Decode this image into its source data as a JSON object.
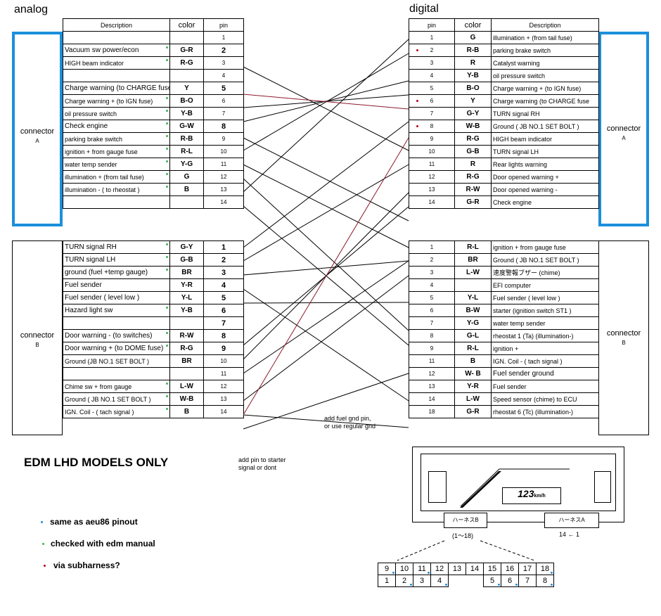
{
  "titles": {
    "analog": "analog",
    "digital": "digital",
    "edm": "EDM LHD MODELS ONLY"
  },
  "headers": {
    "description": "Description",
    "color": "color",
    "pin": "pin"
  },
  "connector_labels": {
    "conn": "connector",
    "a": "A",
    "b": "B"
  },
  "analog_a": [
    {
      "desc": "",
      "color": "",
      "pin": "1"
    },
    {
      "desc": "Vacuum sw power/econ",
      "color": "G-R",
      "pin": "2",
      "green": true,
      "big": true
    },
    {
      "desc": "HIGH beam indicator",
      "color": "R-G",
      "pin": "3",
      "green": true
    },
    {
      "desc": "",
      "color": "",
      "pin": "4"
    },
    {
      "desc": "Charge warning (to CHARGE fuse",
      "color": "Y",
      "pin": "5",
      "big": true
    },
    {
      "desc": "Charge warning + (to IGN fuse)",
      "color": "B-O",
      "pin": "6",
      "green": true
    },
    {
      "desc": "oil pressure switch",
      "color": "Y-B",
      "pin": "7",
      "green": true
    },
    {
      "desc": "Check engine",
      "color": "G-W",
      "pin": "8",
      "green": true,
      "big": true
    },
    {
      "desc": "parking brake switch",
      "color": "R-B",
      "pin": "9",
      "green": true
    },
    {
      "desc": "ignition + from gauge fuse",
      "color": "R-L",
      "pin": "10",
      "green": true
    },
    {
      "desc": "water temp sender",
      "color": "Y-G",
      "pin": "11",
      "green": true
    },
    {
      "desc": "illumination + (from tail fuse)",
      "color": "G",
      "pin": "12",
      "green": true
    },
    {
      "desc": "illumination - ( to rheostat )",
      "color": "B",
      "pin": "13",
      "green": true
    },
    {
      "desc": "",
      "color": "",
      "pin": "14"
    }
  ],
  "analog_b": [
    {
      "desc": "TURN signal RH",
      "color": "G-Y",
      "pin": "1",
      "green": true,
      "big": true
    },
    {
      "desc": "TURN signal LH",
      "color": "G-B",
      "pin": "2",
      "green": true,
      "big": true
    },
    {
      "desc": "ground (fuel +temp gauge)",
      "color": "BR",
      "pin": "3",
      "green": true,
      "big": true
    },
    {
      "desc": "Fuel sender",
      "color": "Y-R",
      "pin": "4",
      "big": true
    },
    {
      "desc": "Fuel sender ( level low )",
      "color": "Y-L",
      "pin": "5",
      "big": true
    },
    {
      "desc": "Hazard light sw",
      "color": "Y-B",
      "pin": "6",
      "green": true,
      "big": true
    },
    {
      "desc": "",
      "color": "",
      "pin": "7",
      "big": true
    },
    {
      "desc": "Door warning - (to switches)",
      "color": "R-W",
      "pin": "8",
      "green": true,
      "big": true
    },
    {
      "desc": "Door warning + (to DOME fuse)",
      "color": "R-G",
      "pin": "9",
      "green": true,
      "big": true
    },
    {
      "desc": "Ground (JB NO.1 SET BOLT )",
      "color": "BR",
      "pin": "10"
    },
    {
      "desc": "",
      "color": "",
      "pin": "11"
    },
    {
      "desc": "Chime sw + from gauge",
      "color": "L-W",
      "pin": "12",
      "green": true
    },
    {
      "desc": "Ground ( JB NO.1 SET BOLT )",
      "color": "W-B",
      "pin": "13",
      "green": true
    },
    {
      "desc": "IGN. Coil - ( tach signal )",
      "color": "B",
      "pin": "14",
      "green": true
    }
  ],
  "digital_a": [
    {
      "pin": "1",
      "color": "G",
      "desc": "illumination + (from tail fuse)"
    },
    {
      "pin": "2",
      "color": "R-B",
      "desc": "parking brake switch",
      "red": true
    },
    {
      "pin": "3",
      "color": "R",
      "desc": "Catalyst warning"
    },
    {
      "pin": "4",
      "color": "Y-B",
      "desc": "oil pressure switch"
    },
    {
      "pin": "5",
      "color": "B-O",
      "desc": "Charge warning + (to IGN fuse)"
    },
    {
      "pin": "6",
      "color": "Y",
      "desc": "Charge warning (to CHARGE fuse",
      "red": true
    },
    {
      "pin": "7",
      "color": "G-Y",
      "desc": "TURN signal RH"
    },
    {
      "pin": "8",
      "color": "W-B",
      "desc": "Ground ( JB NO.1 SET BOLT )",
      "red": true
    },
    {
      "pin": "9",
      "color": "R-G",
      "desc": "HIGH beam indicator"
    },
    {
      "pin": "10",
      "color": "G-B",
      "desc": "TURN signal LH"
    },
    {
      "pin": "11",
      "color": "R",
      "desc": "Rear lights warning"
    },
    {
      "pin": "12",
      "color": "R-G",
      "desc": "Door opened warning  +"
    },
    {
      "pin": "13",
      "color": "R-W",
      "desc": "Door opened warning  -"
    },
    {
      "pin": "14",
      "color": "G-R",
      "desc": "Check engine"
    }
  ],
  "digital_b": [
    {
      "pin": "1",
      "color": "R-L",
      "desc": "ignition + from gauge fuse"
    },
    {
      "pin": "2",
      "color": "BR",
      "desc": "Ground ( JB NO.1 SET BOLT )"
    },
    {
      "pin": "3",
      "color": "L-W",
      "desc": "速度警報ブザー (chime)"
    },
    {
      "pin": "4",
      "color": "",
      "desc": "EFI computer"
    },
    {
      "pin": "5",
      "color": "Y-L",
      "desc": "Fuel sender ( level low )"
    },
    {
      "pin": "6",
      "color": "B-W",
      "desc": "starter (ignition switch ST1 )"
    },
    {
      "pin": "7",
      "color": "Y-G",
      "desc": "water temp sender"
    },
    {
      "pin": "8",
      "color": "G-L",
      "desc": "rheostat 1 (Ta) (illumination-)"
    },
    {
      "pin": "9",
      "color": "R-L",
      "desc": "ignition +"
    },
    {
      "pin": "11",
      "color": "B",
      "desc": "IGN. Coil - ( tach signal )"
    },
    {
      "pin": "12",
      "color": "W- B",
      "desc": "Fuel sender ground",
      "big": true
    },
    {
      "pin": "13",
      "color": "Y-R",
      "desc": "Fuel sender"
    },
    {
      "pin": "14",
      "color": "L-W",
      "desc": "Speed sensor (chime) to ECU"
    },
    {
      "pin": "18",
      "color": "G-R",
      "desc": "rheostat 6 (Tc) (illumination-)"
    }
  ],
  "notes": {
    "starter": [
      "add pin to starter",
      "signal or dont"
    ],
    "fuel_gnd": [
      "add fuel gnd pin,",
      "or use regular gnd"
    ]
  },
  "legend": [
    {
      "text": "same as aeu86 pinout",
      "color": "#1b8fdc"
    },
    {
      "text": "checked with edm manual",
      "color": "#3cb44b"
    },
    {
      "text": "via subharness?",
      "color": "#b00020"
    }
  ],
  "cluster": {
    "speed": "123",
    "unit": "km/h",
    "harness_b": "ハーネスB",
    "harness_a": "ハーネスA",
    "range_b": "(1〜18)",
    "range_a": "14 ← 1"
  },
  "pin_grid": {
    "top": [
      "9",
      "10",
      "11",
      "12",
      "13",
      "14",
      "15",
      "16",
      "17",
      "18"
    ],
    "bottom": [
      "1",
      "2",
      "3",
      "4",
      "",
      "",
      "5",
      "6",
      "7",
      "8"
    ]
  }
}
